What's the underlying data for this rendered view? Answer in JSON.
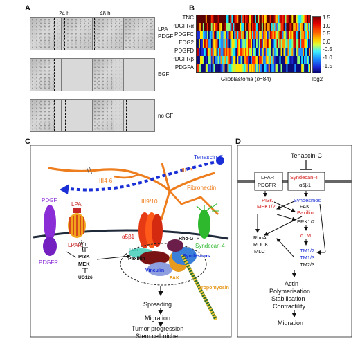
{
  "panels": {
    "a": "A",
    "b": "B",
    "c": "C",
    "d": "D"
  },
  "panel_a": {
    "time_points": [
      "24 h",
      "48 h"
    ],
    "conditions": [
      "LPA",
      "PDGF",
      "EGF",
      "no GF"
    ]
  },
  "panel_b": {
    "genes": [
      "TNC",
      "PDGFRα",
      "PDGFC",
      "EDG2",
      "PDGFD",
      "PDGFRβ",
      "PDGFA"
    ],
    "xlabel": "Glioblastoma (",
    "xlabel_n": "n",
    "xlabel_tail": "=84)",
    "scale_label": "log2",
    "scale_ticks": [
      "1.5",
      "1.0",
      "0.5",
      "0.0",
      "-0.5",
      "-1.0",
      "-1.5"
    ],
    "colors": [
      "#5a0000",
      "#c00000",
      "#ff2a00",
      "#ff9a00",
      "#ffe600",
      "#8cff73",
      "#16e3ff",
      "#1e8cff",
      "#1b2bd8",
      "#0a0a7a"
    ]
  },
  "panel_c": {
    "labels": {
      "tenascin": "Tenascin-C",
      "iii13": "III13",
      "iii46": "III4-6",
      "iii910": "III9/10",
      "fibronectin": "Fibronectin",
      "pdgf": "PDGF",
      "lpa": "LPA",
      "lpar": "LPAR",
      "pdgfr": "PDGFR",
      "wm": "Wm",
      "pi3k": "PI3K",
      "mek": "MEK",
      "uo126": "UO126",
      "integrin": "α5β1",
      "talin": "Talin",
      "paxillin": "Paxillin",
      "vinculin": "Vinculin",
      "rhogtp": "Rho-GTP",
      "syndesmos": "Syndesmos",
      "fak": "FAK",
      "tropomyosin": "Tropomyosin",
      "syndecan": "Syndecan-4",
      "spreading": "Spreading",
      "migration": "Migration",
      "tumor": "Tumor progression",
      "niche": "Stem cell niche"
    }
  },
  "panel_d": {
    "labels": {
      "tenascin": "Tenascin-C",
      "lpar": "LPAR",
      "pdgfr": "PDGFR",
      "syndecan": "Syndecan-4",
      "integrin": "α5β1",
      "pi3k": "PI3K",
      "mek": "MEK1/2",
      "syndesmos": "Syndesmos",
      "fak": "FAK",
      "paxillin": "Paxillin",
      "erk": "ERK1/2",
      "atm": "αTM",
      "rhoa": "RhoA",
      "rock": "ROCK",
      "mlc": "MLC",
      "tm12": "TM1/2",
      "tm13": "TM1/3",
      "tm23": "TM2/3",
      "actin": "Actin",
      "polym": "Polymerisation",
      "stab": "Stabilisation",
      "contr": "Contractility",
      "migration": "Migration"
    }
  },
  "colors": {
    "orange": "#ee7d1d",
    "blue": "#1a2fd6",
    "red": "#d41b1b",
    "purple": "#8a2dd6",
    "green": "#2eb82e"
  }
}
